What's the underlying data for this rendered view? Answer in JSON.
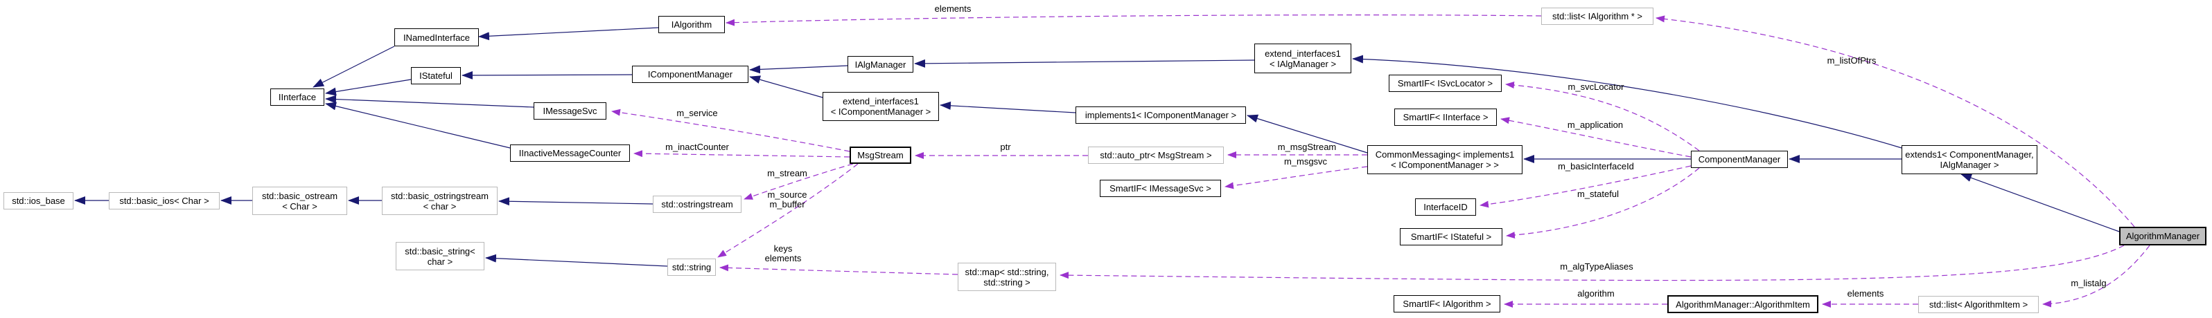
{
  "diagram": {
    "description": "AlgorithmManager collaboration graph",
    "colors": {
      "inheritance_edge": "#191970",
      "usage_edge": "#9a32cd",
      "node_border": "#000000",
      "node_border_external": "#b9b9b9",
      "highlight_fill": "#bfbfbf",
      "background": "#ffffff",
      "label_text": "#000000"
    },
    "nodes": [
      {
        "id": "iinterface",
        "lines": [
          "IInterface"
        ],
        "external": false,
        "bold": false,
        "highlight": false
      },
      {
        "id": "inamedinterface",
        "lines": [
          "INamedInterface"
        ],
        "external": false,
        "bold": false,
        "highlight": false
      },
      {
        "id": "ialgorithm",
        "lines": [
          "IAlgorithm"
        ],
        "external": false,
        "bold": false,
        "highlight": false
      },
      {
        "id": "istateful",
        "lines": [
          "IStateful"
        ],
        "external": false,
        "bold": false,
        "highlight": false
      },
      {
        "id": "icomponentmanager",
        "lines": [
          "IComponentManager"
        ],
        "external": false,
        "bold": false,
        "highlight": false
      },
      {
        "id": "ialgmanager",
        "lines": [
          "IAlgManager"
        ],
        "external": false,
        "bold": false,
        "highlight": false
      },
      {
        "id": "extend-interfaces1-icomponentmanager",
        "lines": [
          "extend_interfaces1",
          "< IComponentManager >"
        ],
        "external": false,
        "bold": false,
        "highlight": false
      },
      {
        "id": "imessagesvc",
        "lines": [
          "IMessageSvc"
        ],
        "external": false,
        "bold": false,
        "highlight": false
      },
      {
        "id": "iinactivemessagecounter",
        "lines": [
          "IInactiveMessageCounter"
        ],
        "external": false,
        "bold": false,
        "highlight": false
      },
      {
        "id": "implements1-icomponentmanager",
        "lines": [
          "implements1< IComponentManager >"
        ],
        "external": false,
        "bold": false,
        "highlight": false
      },
      {
        "id": "extend-interfaces1-ialgmanager",
        "lines": [
          "extend_interfaces1",
          "< IAlgManager >"
        ],
        "external": false,
        "bold": false,
        "highlight": false
      },
      {
        "id": "std-list-ialgorithm",
        "lines": [
          "std::list< IAlgorithm * >"
        ],
        "external": true,
        "bold": false,
        "highlight": false
      },
      {
        "id": "smartif-isvclocator",
        "lines": [
          "SmartIF< ISvcLocator >"
        ],
        "external": false,
        "bold": false,
        "highlight": false
      },
      {
        "id": "smartif-iinterface",
        "lines": [
          "SmartIF< IInterface >"
        ],
        "external": false,
        "bold": false,
        "highlight": false
      },
      {
        "id": "msgstream",
        "lines": [
          "MsgStream"
        ],
        "external": false,
        "bold": true,
        "highlight": false
      },
      {
        "id": "std-auto-ptr-msgstream",
        "lines": [
          "std::auto_ptr< MsgStream >"
        ],
        "external": true,
        "bold": false,
        "highlight": false
      },
      {
        "id": "smartif-imessagesvc",
        "lines": [
          "SmartIF< IMessageSvc >"
        ],
        "external": false,
        "bold": false,
        "highlight": false
      },
      {
        "id": "commonmessaging",
        "lines": [
          "CommonMessaging< implements1",
          "< IComponentManager > >"
        ],
        "external": false,
        "bold": false,
        "highlight": false
      },
      {
        "id": "interfaceid",
        "lines": [
          "InterfaceID"
        ],
        "external": false,
        "bold": false,
        "highlight": false
      },
      {
        "id": "smartif-istateful",
        "lines": [
          "SmartIF< IStateful >"
        ],
        "external": false,
        "bold": false,
        "highlight": false
      },
      {
        "id": "componentmanager",
        "lines": [
          "ComponentManager"
        ],
        "external": false,
        "bold": false,
        "highlight": false
      },
      {
        "id": "extends1",
        "lines": [
          "extends1< ComponentManager,",
          "IAlgManager >"
        ],
        "external": false,
        "bold": false,
        "highlight": false
      },
      {
        "id": "algorithmmanager",
        "lines": [
          "AlgorithmManager"
        ],
        "external": false,
        "bold": true,
        "highlight": true
      },
      {
        "id": "std-ios-base",
        "lines": [
          "std::ios_base"
        ],
        "external": true,
        "bold": false,
        "highlight": false
      },
      {
        "id": "std-basic-ios",
        "lines": [
          "std::basic_ios< Char >"
        ],
        "external": true,
        "bold": false,
        "highlight": false
      },
      {
        "id": "std-basic-ostream",
        "lines": [
          "std::basic_ostream",
          "< Char >"
        ],
        "external": true,
        "bold": false,
        "highlight": false
      },
      {
        "id": "std-basic-ostringstream",
        "lines": [
          "std::basic_ostringstream",
          "< char >"
        ],
        "external": true,
        "bold": false,
        "highlight": false
      },
      {
        "id": "std-ostringstream",
        "lines": [
          "std::ostringstream"
        ],
        "external": true,
        "bold": false,
        "highlight": false
      },
      {
        "id": "std-basic-string",
        "lines": [
          "std::basic_string<",
          "char >"
        ],
        "external": true,
        "bold": false,
        "highlight": false
      },
      {
        "id": "std-string",
        "lines": [
          "std::string"
        ],
        "external": true,
        "bold": false,
        "highlight": false
      },
      {
        "id": "std-map",
        "lines": [
          "std::map< std::string,",
          "std::string >"
        ],
        "external": true,
        "bold": false,
        "highlight": false
      },
      {
        "id": "smartif-ialgorithm",
        "lines": [
          "SmartIF< IAlgorithm >"
        ],
        "external": false,
        "bold": false,
        "highlight": false
      },
      {
        "id": "algorithmmanager-algorithmitem",
        "lines": [
          "AlgorithmManager::AlgorithmItem"
        ],
        "external": false,
        "bold": true,
        "highlight": false
      },
      {
        "id": "std-list-algorithmitem",
        "lines": [
          "std::list< AlgorithmItem >"
        ],
        "external": true,
        "bold": false,
        "highlight": false
      }
    ],
    "edges": [
      {
        "type": "inheritance",
        "from": "inamedinterface",
        "to": "iinterface",
        "label_lines": []
      },
      {
        "type": "inheritance",
        "from": "istateful",
        "to": "iinterface",
        "label_lines": []
      },
      {
        "type": "inheritance",
        "from": "imessagesvc",
        "to": "iinterface",
        "label_lines": []
      },
      {
        "type": "inheritance",
        "from": "iinactivemessagecounter",
        "to": "iinterface",
        "label_lines": []
      },
      {
        "type": "inheritance",
        "from": "ialgorithm",
        "to": "inamedinterface",
        "label_lines": []
      },
      {
        "type": "inheritance",
        "from": "icomponentmanager",
        "to": "istateful",
        "label_lines": []
      },
      {
        "type": "inheritance",
        "from": "ialgmanager",
        "to": "icomponentmanager",
        "label_lines": []
      },
      {
        "type": "inheritance",
        "from": "extend-interfaces1-icomponentmanager",
        "to": "icomponentmanager",
        "label_lines": []
      },
      {
        "type": "inheritance",
        "from": "implements1-icomponentmanager",
        "to": "extend-interfaces1-icomponentmanager",
        "label_lines": []
      },
      {
        "type": "inheritance",
        "from": "extend-interfaces1-ialgmanager",
        "to": "ialgmanager",
        "label_lines": []
      },
      {
        "type": "inheritance",
        "from": "commonmessaging",
        "to": "implements1-icomponentmanager",
        "label_lines": []
      },
      {
        "type": "inheritance",
        "from": "componentmanager",
        "to": "commonmessaging",
        "label_lines": []
      },
      {
        "type": "inheritance",
        "from": "extends1",
        "to": "componentmanager",
        "label_lines": []
      },
      {
        "type": "inheritance",
        "from": "extends1",
        "to": "extend-interfaces1-ialgmanager",
        "label_lines": []
      },
      {
        "type": "inheritance",
        "from": "algorithmmanager",
        "to": "extends1",
        "label_lines": []
      },
      {
        "type": "inheritance",
        "from": "std-basic-ios",
        "to": "std-ios-base",
        "label_lines": []
      },
      {
        "type": "inheritance",
        "from": "std-basic-ostream",
        "to": "std-basic-ios",
        "label_lines": []
      },
      {
        "type": "inheritance",
        "from": "std-basic-ostringstream",
        "to": "std-basic-ostream",
        "label_lines": []
      },
      {
        "type": "inheritance",
        "from": "std-ostringstream",
        "to": "std-basic-ostringstream",
        "label_lines": []
      },
      {
        "type": "inheritance",
        "from": "std-string",
        "to": "std-basic-string",
        "label_lines": []
      },
      {
        "type": "usage",
        "from": "std-list-ialgorithm",
        "to": "ialgorithm",
        "label_lines": [
          "elements"
        ]
      },
      {
        "type": "usage",
        "from": "algorithmmanager",
        "to": "std-list-ialgorithm",
        "label_lines": [
          "m_listOfPtrs"
        ]
      },
      {
        "type": "usage",
        "from": "msgstream",
        "to": "imessagesvc",
        "label_lines": [
          "m_service"
        ]
      },
      {
        "type": "usage",
        "from": "msgstream",
        "to": "iinactivemessagecounter",
        "label_lines": [
          "m_inactCounter"
        ]
      },
      {
        "type": "usage",
        "from": "msgstream",
        "to": "std-ostringstream",
        "label_lines": [
          "m_stream"
        ]
      },
      {
        "type": "usage",
        "from": "msgstream",
        "to": "std-string",
        "label_lines": [
          "m_source",
          "m_buffer"
        ]
      },
      {
        "type": "usage",
        "from": "std-auto-ptr-msgstream",
        "to": "msgstream",
        "label_lines": [
          "ptr"
        ]
      },
      {
        "type": "usage",
        "from": "commonmessaging",
        "to": "std-auto-ptr-msgstream",
        "label_lines": [
          "m_msgStream"
        ]
      },
      {
        "type": "usage",
        "from": "commonmessaging",
        "to": "smartif-imessagesvc",
        "label_lines": [
          "m_msgsvc"
        ]
      },
      {
        "type": "usage",
        "from": "componentmanager",
        "to": "smartif-isvclocator",
        "label_lines": [
          "m_svcLocator"
        ]
      },
      {
        "type": "usage",
        "from": "componentmanager",
        "to": "smartif-iinterface",
        "label_lines": [
          "m_application"
        ]
      },
      {
        "type": "usage",
        "from": "componentmanager",
        "to": "interfaceid",
        "label_lines": [
          "m_basicInterfaceId"
        ]
      },
      {
        "type": "usage",
        "from": "componentmanager",
        "to": "smartif-istateful",
        "label_lines": [
          "m_stateful"
        ]
      },
      {
        "type": "usage",
        "from": "std-map",
        "to": "std-string",
        "label_lines": [
          "keys",
          "elements"
        ]
      },
      {
        "type": "usage",
        "from": "algorithmmanager",
        "to": "std-map",
        "label_lines": [
          "m_algTypeAliases"
        ]
      },
      {
        "type": "usage",
        "from": "algorithmmanager",
        "to": "std-list-algorithmitem",
        "label_lines": [
          "m_listalg"
        ]
      },
      {
        "type": "usage",
        "from": "std-list-algorithmitem",
        "to": "algorithmmanager-algorithmitem",
        "label_lines": [
          "elements"
        ]
      },
      {
        "type": "usage",
        "from": "algorithmmanager-algorithmitem",
        "to": "smartif-ialgorithm",
        "label_lines": [
          "algorithm"
        ]
      }
    ]
  }
}
